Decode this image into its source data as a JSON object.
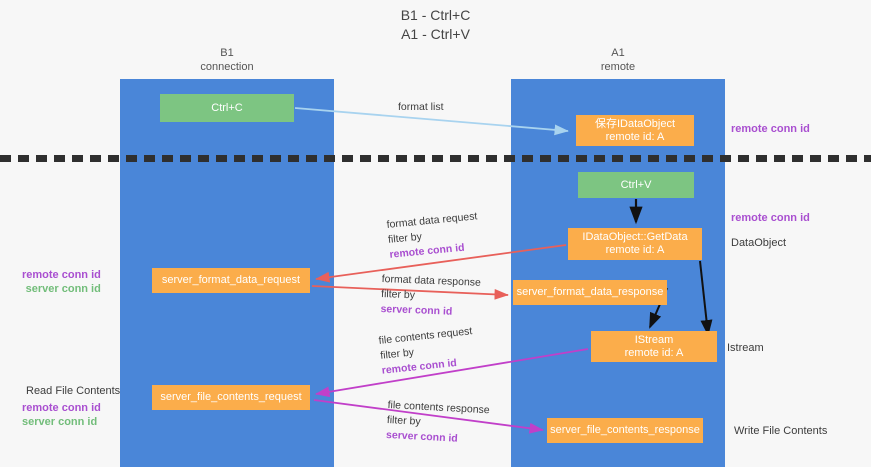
{
  "title": {
    "line1": "B1 - Ctrl+C",
    "line2": "A1 - Ctrl+V"
  },
  "lanes": [
    {
      "id": "b1",
      "name": "B1",
      "role": "connection",
      "color": "#4a86d8"
    },
    {
      "id": "a1",
      "name": "A1",
      "role": "remote",
      "color": "#4a86d8"
    }
  ],
  "nodes": {
    "ctrl_c": {
      "label": "Ctrl+C",
      "color": "#7dc582"
    },
    "idataobject": {
      "label": "保存IDataObject",
      "sub": "remote id: A",
      "color": "#fbad4b"
    },
    "ctrl_v": {
      "label": "Ctrl+V",
      "color": "#7dc582"
    },
    "getdata": {
      "label": "IDataObject::GetData",
      "sub": "remote id: A",
      "color": "#fbad4b"
    },
    "server_format_data_request": {
      "label": "server_format_data_request",
      "color": "#fbad4b"
    },
    "server_format_data_response": {
      "label": "server_format_data_response",
      "color": "#fbad4b"
    },
    "istream": {
      "label": "IStream",
      "sub": "remote id: A",
      "color": "#fbad4b"
    },
    "server_file_contents_request": {
      "label": "server_file_contents_request",
      "color": "#fbad4b"
    },
    "server_file_contents_response": {
      "label": "server_file_contents_response",
      "color": "#fbad4b"
    }
  },
  "edges": {
    "format_list": {
      "label": "format list",
      "color": "#a8d3ef"
    },
    "format_data_request": {
      "label": "format data request",
      "filter_prefix": "filter by ",
      "filter_key": "remote conn id",
      "color": "#e8605a"
    },
    "format_data_response": {
      "label": "format data response",
      "filter_prefix": "filter by ",
      "filter_key": "server conn id",
      "color": "#e8605a"
    },
    "file_contents_request": {
      "label": "file contents request",
      "filter_prefix": "filter by ",
      "filter_key": "remote conn id",
      "color": "#c13fc9"
    },
    "file_contents_response": {
      "label": "file contents response",
      "filter_prefix": "filter by ",
      "filter_key": "server conn id",
      "color": "#c13fc9"
    }
  },
  "annotations": {
    "remote_conn_id_top": "remote conn id",
    "remote_conn_id_mid": "remote conn id",
    "dataobject": "DataObject",
    "istream": "Istream",
    "write_file_contents": "Write File Contents",
    "read_file_contents": "Read File Contents",
    "left_remote_conn_id_1": "remote conn id",
    "left_server_conn_id_1": "server conn id",
    "left_remote_conn_id_2": "remote conn id",
    "left_server_conn_id_2": "server conn id"
  },
  "colors": {
    "purple": "#a94fd0",
    "green_text": "#72bd7a",
    "lane_blue": "#4a86d8",
    "node_orange": "#fbad4b",
    "node_green": "#7dc582",
    "divider": "#2f2f2f",
    "background": "#f7f7f7"
  }
}
